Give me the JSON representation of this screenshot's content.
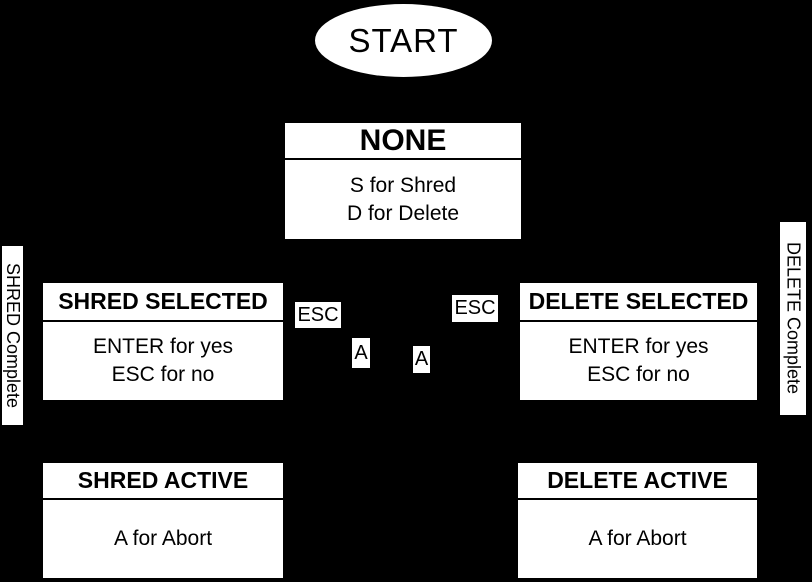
{
  "diagram": {
    "background_color": "#000000",
    "node_fill_color": "#ffffff",
    "text_color": "#000000"
  },
  "start_node": {
    "label": "START"
  },
  "nodes": {
    "none": {
      "title": "NONE",
      "line1": "S for Shred",
      "line2": "D for Delete"
    },
    "shred_selected": {
      "title": "SHRED SELECTED",
      "line1": "ENTER for yes",
      "line2": "ESC for no"
    },
    "delete_selected": {
      "title": "DELETE SELECTED",
      "line1": "ENTER for yes",
      "line2": "ESC for no"
    },
    "shred_active": {
      "title": "SHRED ACTIVE",
      "line1": "A for Abort"
    },
    "delete_active": {
      "title": "DELETE ACTIVE",
      "line1": "A for Abort"
    }
  },
  "edge_labels": {
    "esc_left": "ESC",
    "esc_right": "ESC",
    "abort_left": "A",
    "abort_right": "A",
    "shred_complete": "SHRED Complete",
    "delete_complete": "DELETE Complete"
  }
}
